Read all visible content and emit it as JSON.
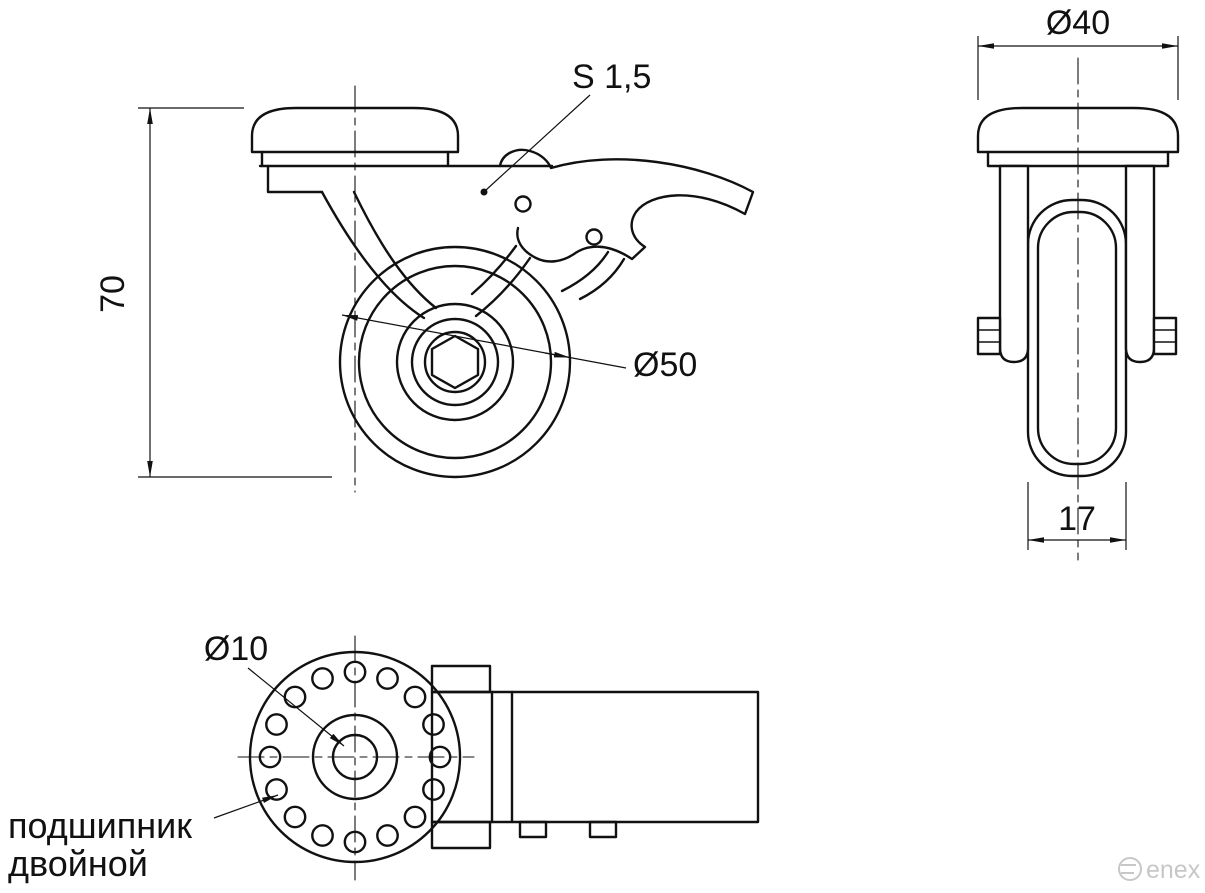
{
  "views": {
    "front": {
      "sheet_thickness_label": "S 1,5",
      "overall_height": "70",
      "wheel_diameter": "Ø50"
    },
    "side": {
      "cap_diameter": "Ø40",
      "wheel_width": "17"
    },
    "bottom": {
      "bore_diameter": "Ø10",
      "note_line1": "подшипник",
      "note_line2": "двойной"
    }
  },
  "watermark": {
    "brand": "enex"
  },
  "colors": {
    "line": "#111111",
    "watermark": "#9a9a9a"
  }
}
